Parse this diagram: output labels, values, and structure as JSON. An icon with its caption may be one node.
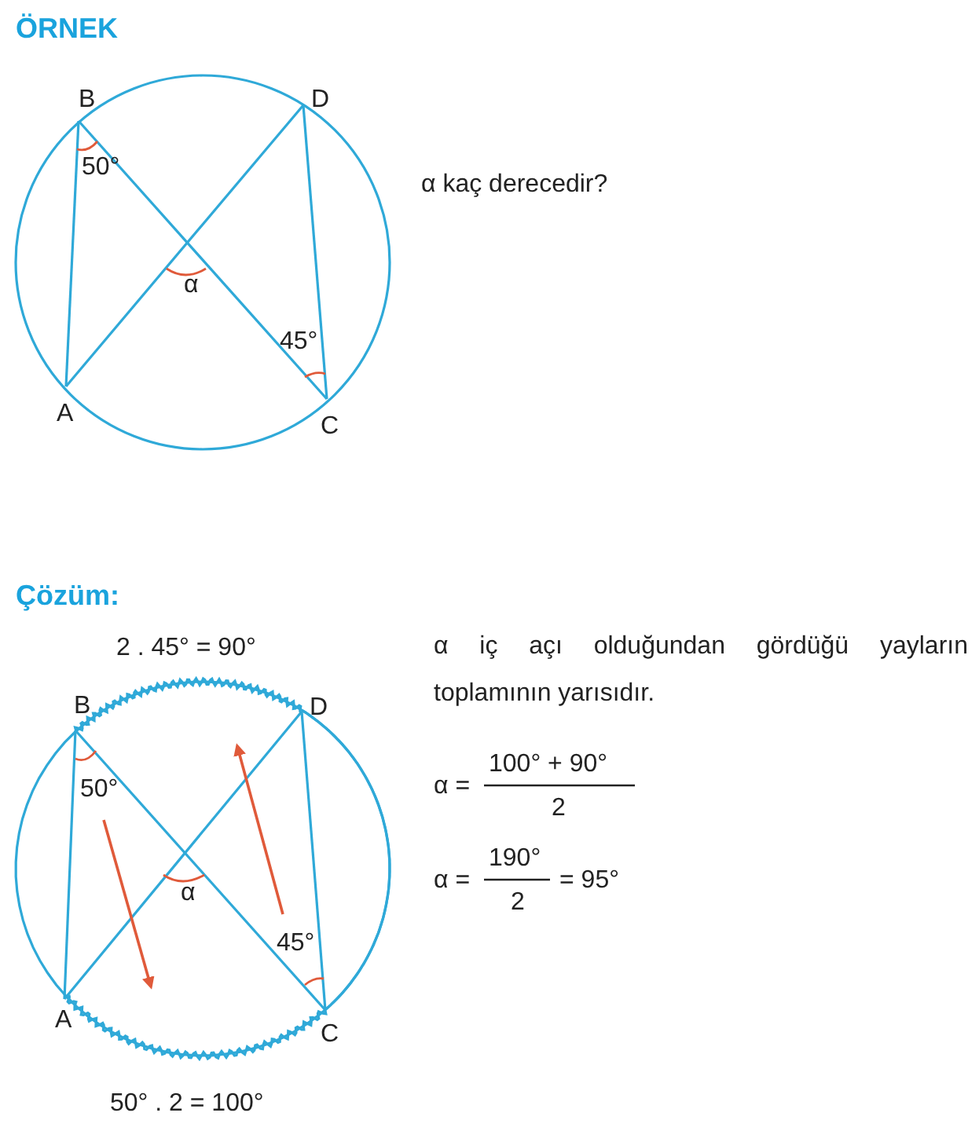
{
  "diagram": {
    "labels": [
      "ÖRNEK",
      "B",
      "D",
      "50°",
      "α kaç derecedir?",
      "α",
      "45°",
      "A",
      "C",
      "Çözüm:",
      "2 . 45° = 90°",
      "α iç açı olduğundan gördüğü yayların toplamının yarısıdır.",
      "B",
      "D",
      "100° + 90°",
      "α =",
      "50°",
      "2",
      "190°",
      "α =",
      "= 95°",
      "2",
      "α",
      "45°",
      "A",
      "C",
      "50° . 2 = 100°"
    ]
  }
}
